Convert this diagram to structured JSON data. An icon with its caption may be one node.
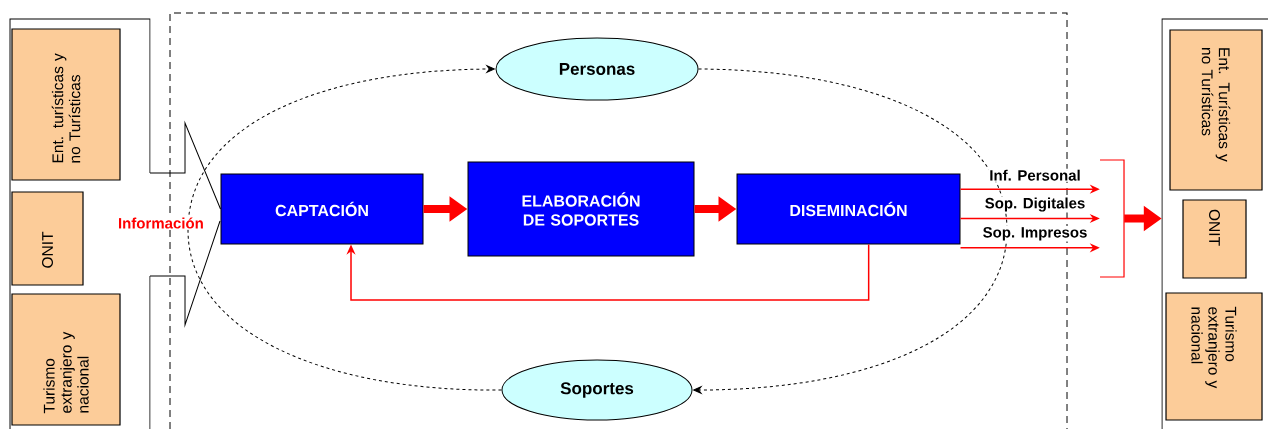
{
  "diagram": {
    "nodes": [
      {
        "text": [],
        "shape": "box"
      },
      {
        "text": [
          "Ent. turísticas y no Turísticas"
        ],
        "in": 0
      },
      {
        "text": [
          "ONIT"
        ],
        "in": 0
      },
      {
        "text": [
          "Turismo extranjero y nacional"
        ],
        "in": 0
      },
      {
        "text": [
          "Personas"
        ]
      },
      {
        "text": [
          "CAPTACIÓN"
        ]
      },
      {
        "text": [
          "ELABORACIÓN DE SOPORTES"
        ]
      },
      {
        "text": [
          "DISEMINACIÓN"
        ]
      },
      {
        "text": [
          "Soportes"
        ]
      },
      {
        "text": [],
        "shape": "bracket"
      },
      {
        "text": [],
        "shape": "box"
      },
      {
        "text": [
          "Ent. Turísticas y no Turísticas"
        ],
        "in": 10
      },
      {
        "text": [
          "ONIT"
        ],
        "in": 10
      },
      {
        "text": [
          "Turismo extranjero y nacional"
        ],
        "in": 10
      }
    ],
    "edges": [
      {
        "from": 5,
        "to": 0,
        "arrow": "none",
        "label": "Información",
        "color": "#000000"
      },
      {
        "from": 5,
        "to": 6,
        "arrow": "to",
        "style": "thick",
        "color": "#ff0000"
      },
      {
        "from": 6,
        "to": 7,
        "arrow": "to",
        "style": "thick",
        "color": "#ff0000"
      },
      {
        "from": 7,
        "to": 5,
        "arrow": "to",
        "color": "#ff0000"
      },
      {
        "from": 7,
        "to": 9,
        "arrow": "to",
        "label": "Inf. Personal",
        "color": "#ff0000"
      },
      {
        "from": 7,
        "to": 9,
        "arrow": "to",
        "label": "Sop. Digitales",
        "color": "#ff0000"
      },
      {
        "from": 7,
        "to": 9,
        "arrow": "to",
        "label": "Sop. Impresos",
        "color": "#ff0000"
      },
      {
        "from": 9,
        "to": 10,
        "arrow": "to",
        "style": "thick",
        "color": "#ff0000"
      },
      {
        "from": 8,
        "to": 4,
        "arrow": "to",
        "style": "dashed",
        "color": "#000000"
      },
      {
        "from": 4,
        "to": 8,
        "arrow": "to",
        "style": "dashed",
        "color": "#000000"
      }
    ]
  }
}
